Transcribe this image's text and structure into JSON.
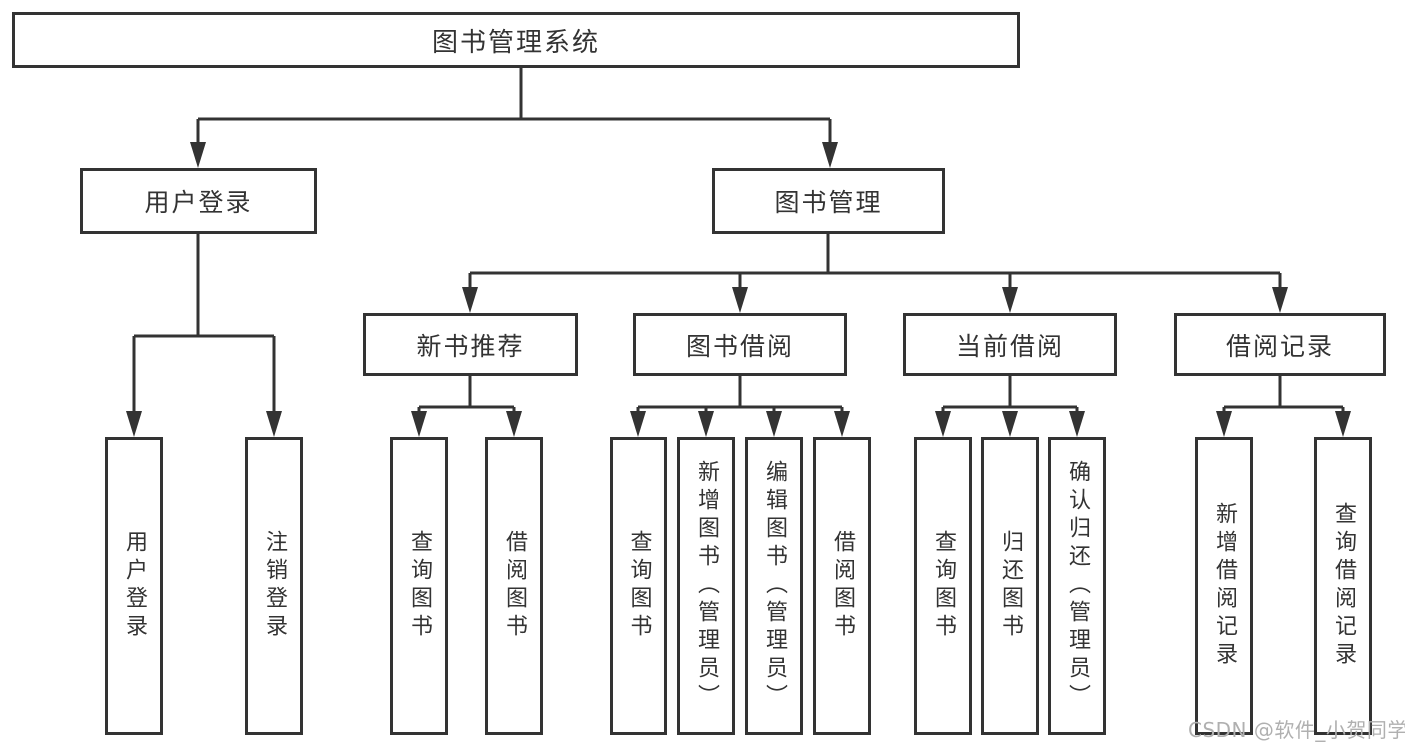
{
  "diagram": {
    "type": "hierarchy-tree",
    "root": {
      "label": "图书管理系统"
    },
    "branches": [
      {
        "label": "用户登录",
        "children": [
          {
            "label": "用户登录"
          },
          {
            "label": "注销登录"
          }
        ]
      },
      {
        "label": "图书管理",
        "children": [
          {
            "label": "新书推荐",
            "children": [
              {
                "label": "查询图书"
              },
              {
                "label": "借阅图书"
              }
            ]
          },
          {
            "label": "图书借阅",
            "children": [
              {
                "label": "查询图书"
              },
              {
                "label": "新增图书（管理员）"
              },
              {
                "label": "编辑图书（管理员）"
              },
              {
                "label": "借阅图书"
              }
            ]
          },
          {
            "label": "当前借阅",
            "children": [
              {
                "label": "查询图书"
              },
              {
                "label": "归还图书"
              },
              {
                "label": "确认归还（管理员）"
              }
            ]
          },
          {
            "label": "借阅记录",
            "children": [
              {
                "label": "新增借阅记录"
              },
              {
                "label": "查询借阅记录"
              }
            ]
          }
        ]
      }
    ],
    "watermark": "CSDN @软件_小贺同学",
    "colors": {
      "line": "#333333",
      "box_border": "#333333",
      "text": "#333333",
      "watermark": "#b0b0b0",
      "background": "#ffffff"
    }
  }
}
